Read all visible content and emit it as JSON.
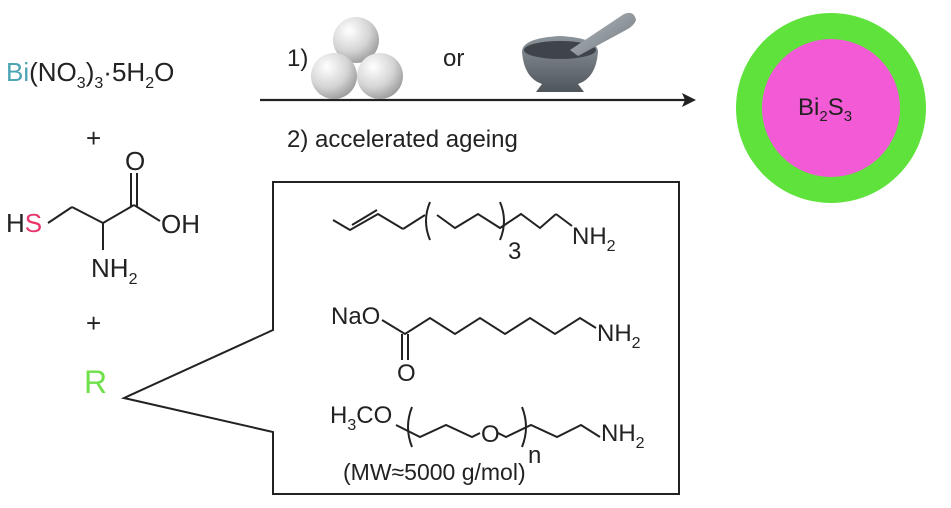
{
  "reagents": {
    "bismuth": {
      "element": "Bi",
      "formula_rest_a": "(NO",
      "sub_a": "3",
      "formula_rest_b": ")",
      "sub_b": "3",
      "formula_rest_c": "·5H",
      "sub_c": "2",
      "formula_rest_d": "O",
      "element_color": "#4ba3b3"
    },
    "plus_1": "+",
    "cysteine": {
      "hs_h": "H",
      "hs_s": "S",
      "s_color": "#e8356a",
      "oxygen": "O",
      "oh": "OH",
      "nh2": "NH",
      "nh2_sub": "2"
    },
    "plus_2": "+",
    "r_group": {
      "label": "R",
      "color": "#6ee04a"
    }
  },
  "conditions": {
    "step1_label": "1)",
    "or_text": "or",
    "step2_label": "2)  accelerated ageing",
    "ball_mill_icon": "milling-balls-icon",
    "mortar_icon": "mortar-and-pestle-icon"
  },
  "product": {
    "core_text_bi": "Bi",
    "core_sub_1": "2",
    "core_text_s": "S",
    "core_sub_2": "3",
    "shell_color": "#5fe23c",
    "core_color": "#f25ad6"
  },
  "ligands": {
    "oleylamine": {
      "repeat": "3",
      "nh2": "NH",
      "nh2_sub": "2"
    },
    "aminocaproate": {
      "nao": "NaO",
      "o": "O",
      "nh2": "NH",
      "nh2_sub": "2"
    },
    "peg": {
      "h3co_a": "H",
      "h3co_sub": "3",
      "h3co_b": "CO",
      "o": "O",
      "n": "n",
      "nh2": "NH",
      "nh2_sub": "2",
      "mw": "(MW≈5000 g/mol)"
    }
  }
}
